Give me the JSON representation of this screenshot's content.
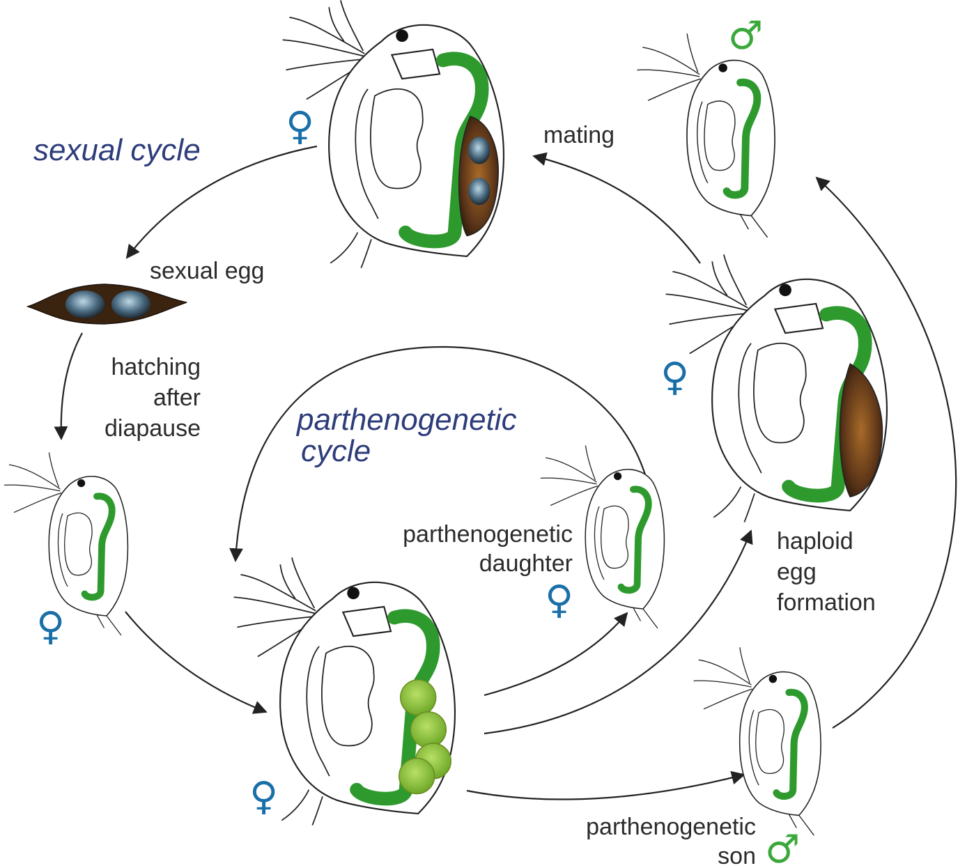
{
  "titles": {
    "sexual_cycle": "sexual cycle",
    "parthenogenetic_line1": "parthenogenetic",
    "parthenogenetic_line2": "cycle"
  },
  "labels": {
    "mating": "mating",
    "sexual_egg": "sexual egg",
    "hatching_line1": "hatching",
    "hatching_line2": "after",
    "hatching_line3": "diapause",
    "daughter_line1": "parthenogenetic",
    "daughter_line2": "daughter",
    "haploid_line1": "haploid",
    "haploid_line2": "egg",
    "haploid_line3": "formation",
    "son_line1": "parthenogenetic",
    "son_line2": "son"
  },
  "symbols": {
    "female": "♀",
    "male": "♂"
  },
  "colors": {
    "female": "#1a6fa8",
    "male": "#3aa83a",
    "gut": "#2e9a2e",
    "title_text": "#2d3d7a",
    "ephippium": "#5a3a1a",
    "parthenogenetic_eggs": "#8cc43c"
  }
}
